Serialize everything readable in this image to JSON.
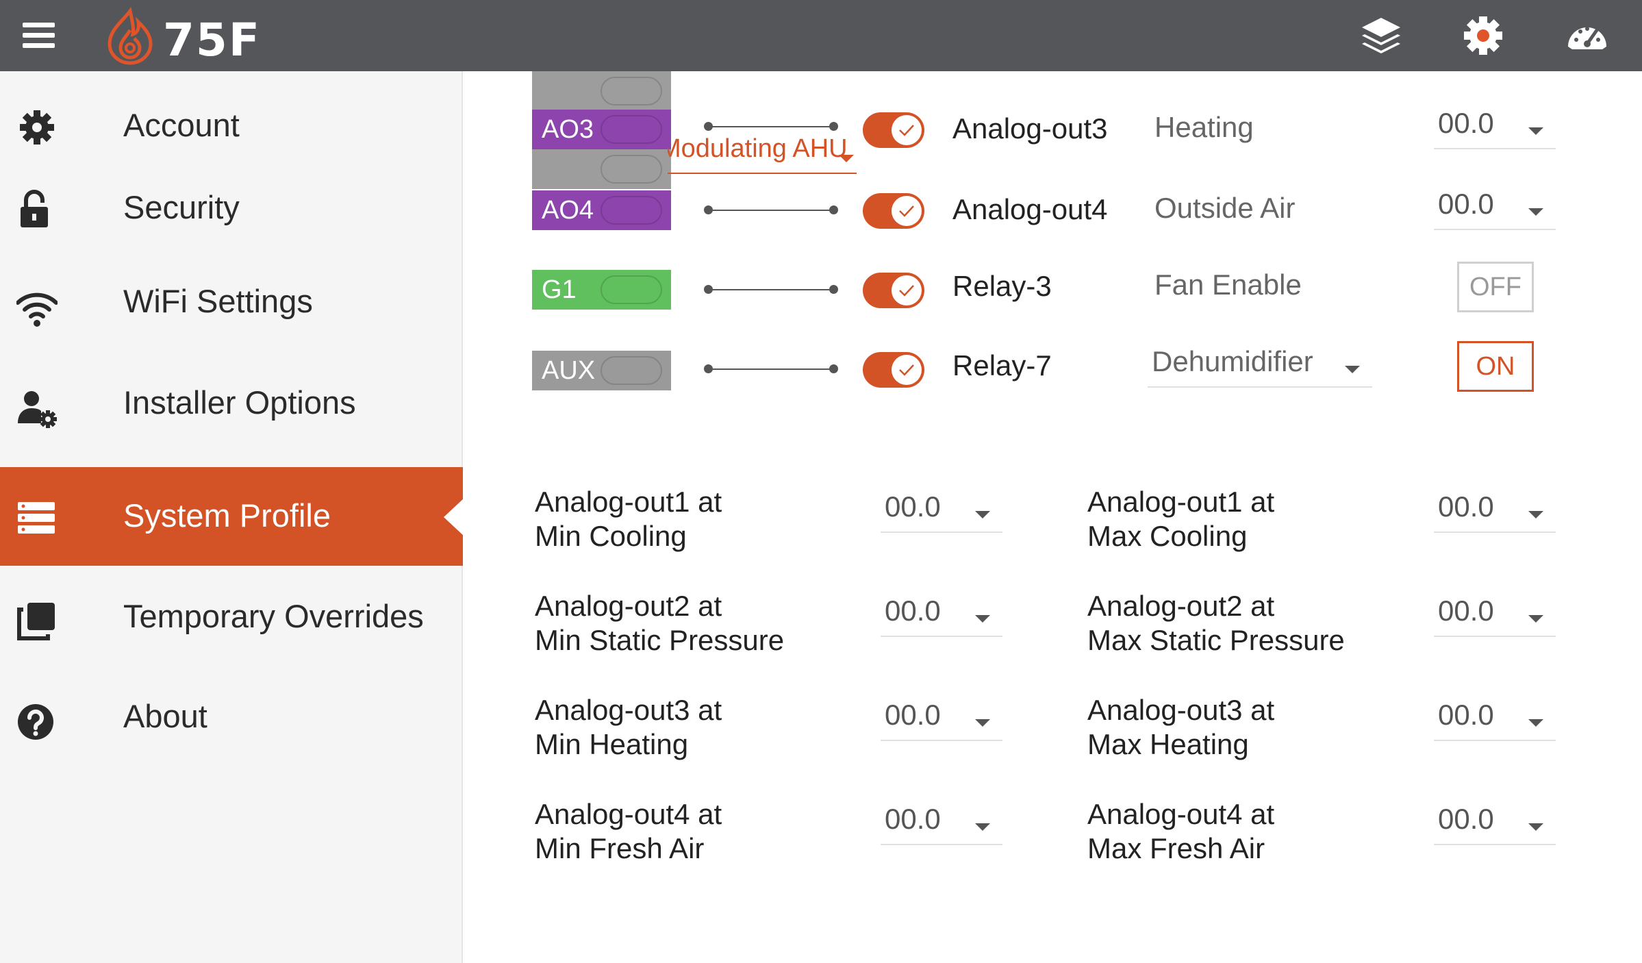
{
  "app": {
    "logo_text": "75F",
    "colors": {
      "accent": "#d35226",
      "topbar": "#555659",
      "purple": "#8d44ad",
      "green": "#5fc05d",
      "gray": "#9a9a9a"
    },
    "header_icons": [
      "hamburger-menu-icon",
      "layers-icon",
      "settings-gear-icon",
      "dashboard-gauge-icon"
    ]
  },
  "sidebar": {
    "items": [
      {
        "label": "Account",
        "icon": "gear-icon",
        "active": false
      },
      {
        "label": "Security",
        "icon": "unlock-icon",
        "active": false
      },
      {
        "label": "WiFi Settings",
        "icon": "wifi-icon",
        "active": false
      },
      {
        "label": "Installer Options",
        "icon": "user-gear-icon",
        "active": false
      },
      {
        "label": "System Profile",
        "icon": "server-icon",
        "active": true
      },
      {
        "label": "Temporary Overrides",
        "icon": "copy-stack-icon",
        "active": false
      },
      {
        "label": "About",
        "icon": "help-icon",
        "active": false
      }
    ]
  },
  "ports": {
    "ahu_select": "Modulating AHU",
    "rows": [
      {
        "chip": "AO3",
        "port": "Analog-out3",
        "function": "Heating",
        "value": "00.0",
        "enabled": true
      },
      {
        "chip": "AO4",
        "port": "Analog-out4",
        "function": "Outside Air",
        "value": "00.0",
        "enabled": true
      },
      {
        "chip": "G1",
        "port": "Relay-3",
        "function": "Fan Enable",
        "state": "OFF",
        "enabled": true
      },
      {
        "chip": "AUX",
        "port": "Relay-7",
        "function": "Dehumidifier",
        "state": "ON",
        "enabled": true
      }
    ]
  },
  "mapping": {
    "rows": [
      {
        "min_label": [
          "Analog-out1 at",
          "Min Cooling"
        ],
        "min_value": "00.0",
        "max_label": [
          "Analog-out1 at",
          "Max Cooling"
        ],
        "max_value": "00.0"
      },
      {
        "min_label": [
          "Analog-out2 at",
          "Min Static Pressure"
        ],
        "min_value": "00.0",
        "max_label": [
          "Analog-out2 at",
          "Max Static Pressure"
        ],
        "max_value": "00.0"
      },
      {
        "min_label": [
          "Analog-out3 at",
          "Min Heating"
        ],
        "min_value": "00.0",
        "max_label": [
          "Analog-out3 at",
          "Max Heating"
        ],
        "max_value": "00.0"
      },
      {
        "min_label": [
          "Analog-out4 at",
          "Min Fresh Air"
        ],
        "min_value": "00.0",
        "max_label": [
          "Analog-out4 at",
          "Max Fresh Air"
        ],
        "max_value": "00.0"
      }
    ]
  }
}
